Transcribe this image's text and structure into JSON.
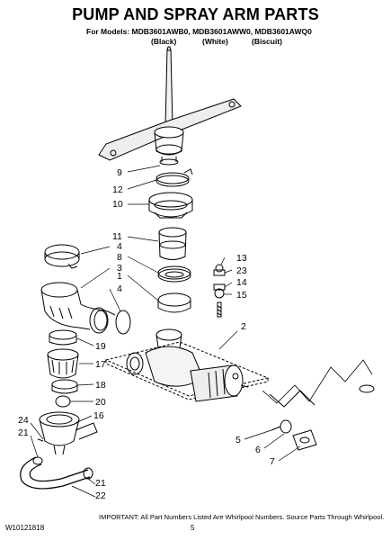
{
  "header": {
    "title": "PUMP AND SPRAY ARM PARTS",
    "models_line": "For Models: MDB3601AWB0, MDB3601AWW0, MDB3601AWQ0",
    "variants": [
      "(Black)",
      "(White)",
      "(Biscuit)"
    ]
  },
  "callouts": [
    {
      "id": "c9",
      "label": "9"
    },
    {
      "id": "c12",
      "label": "12"
    },
    {
      "id": "c10",
      "label": "10"
    },
    {
      "id": "c11",
      "label": "11"
    },
    {
      "id": "c4a",
      "label": "4"
    },
    {
      "id": "c8",
      "label": "8"
    },
    {
      "id": "c3",
      "label": "3"
    },
    {
      "id": "c1",
      "label": "1"
    },
    {
      "id": "c4b",
      "label": "4"
    },
    {
      "id": "c13",
      "label": "13"
    },
    {
      "id": "c23",
      "label": "23"
    },
    {
      "id": "c14",
      "label": "14"
    },
    {
      "id": "c15",
      "label": "15"
    },
    {
      "id": "c2",
      "label": "2"
    },
    {
      "id": "c19",
      "label": "19"
    },
    {
      "id": "c17",
      "label": "17"
    },
    {
      "id": "c18",
      "label": "18"
    },
    {
      "id": "c20",
      "label": "20"
    },
    {
      "id": "c16",
      "label": "16"
    },
    {
      "id": "c24",
      "label": "24"
    },
    {
      "id": "c21a",
      "label": "21"
    },
    {
      "id": "c21b",
      "label": "21"
    },
    {
      "id": "c22",
      "label": "22"
    },
    {
      "id": "c5",
      "label": "5"
    },
    {
      "id": "c6",
      "label": "6"
    },
    {
      "id": "c7",
      "label": "7"
    }
  ],
  "footer": {
    "note": "IMPORTANT: All Part Numbers Listed Are Whirlpool Numbers. Source Parts Through Whirlpool.",
    "doc_code": "W10121818",
    "page": "5"
  }
}
